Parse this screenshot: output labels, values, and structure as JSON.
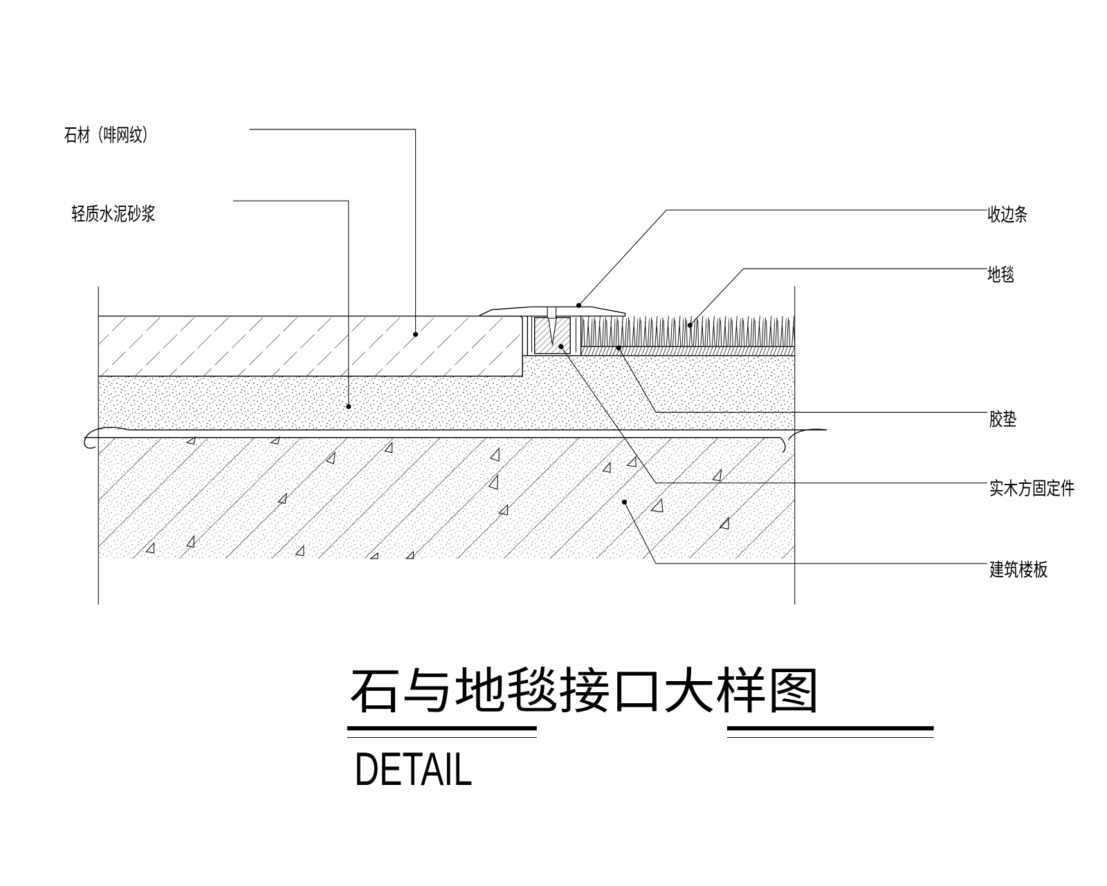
{
  "title": "石与地毯接口大样图",
  "subtitle": "DETAIL",
  "labels": {
    "stone": "石材（啡网纹）",
    "mortar": "轻质水泥砂浆",
    "edge_trim": "收边条",
    "carpet": "地毯",
    "rubber_pad": "胶垫",
    "wood_fixing": "实木方固定件",
    "floor_slab": "建筑楼板"
  },
  "colors": {
    "line": "#000000",
    "background": "#ffffff"
  }
}
